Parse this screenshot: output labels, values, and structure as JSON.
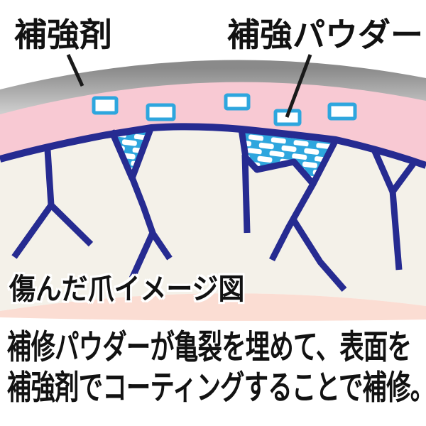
{
  "illustration": {
    "labels": {
      "coating": "補強剤",
      "powder": "補強パウダー",
      "caption": "傷んだ爪イメージ図"
    },
    "elements": {
      "coating_layer": "gray arc coating band",
      "surface_layer": "pink layer with powder particles",
      "nail_body": "cream nail cross-section",
      "cracks": "navy branching crack lines",
      "filled_cracks": "cyan brick-pattern powder filling two cracks",
      "powder_particle_count": 5
    }
  },
  "description": {
    "line1": "補修パウダーが亀裂を埋めて、表面を",
    "line2": "補強剤でコーティングすることで補修。"
  },
  "colors": {
    "navy": "#262b91",
    "cyan": "#2ea6de",
    "pink": "#f8c9d3",
    "peach": "#fbddd3",
    "cream": "#f4f1e9",
    "gray_top": "#8a8a8a",
    "gray_bottom": "#cdcdcd",
    "text": "#121212",
    "bg": "#ffffff"
  }
}
